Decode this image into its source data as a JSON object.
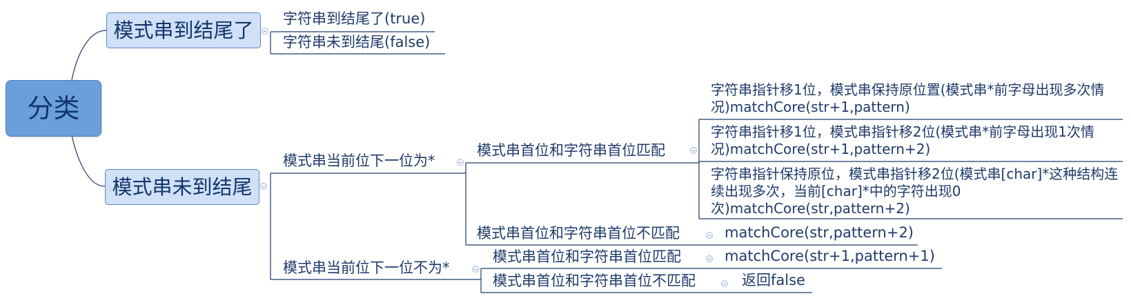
{
  "root": {
    "label": "分类"
  },
  "branches": [
    {
      "label": "模式串到结尾了",
      "children": [
        {
          "label": "字符串到结尾了(true)"
        },
        {
          "label": "字符串未到结尾(false)"
        }
      ]
    },
    {
      "label": "模式串未到结尾",
      "children": [
        {
          "label": "模式串当前位下一位为*",
          "children": [
            {
              "label": "模式串首位和字符串首位匹配",
              "children": [
                {
                  "label": "字符串指针移1位，模式串保持原位置(模式串*前字母出现多次情况)matchCore(str+1,pattern)"
                },
                {
                  "label": "字符串指针移1位，模式串指针移2位(模式串*前字母出现1次情况)matchCore(str+1,pattern+2)"
                },
                {
                  "label": "字符串指针保持原位，模式串指针移2位(模式串[char]*这种结构连续出现多次，当前[char]*中的字符出现0次)matchCore(str,pattern+2)"
                }
              ]
            },
            {
              "label": "模式串首位和字符串首位不匹配",
              "children": [
                {
                  "label": "matchCore(str,pattern+2)"
                }
              ]
            }
          ]
        },
        {
          "label": "模式串当前位下一位不为*",
          "children": [
            {
              "label": "模式串首位和字符串首位匹配",
              "children": [
                {
                  "label": "matchCore(str+1,pattern+1)"
                }
              ]
            },
            {
              "label": "模式串首位和字符串首位不匹配",
              "children": [
                {
                  "label": "返回false"
                }
              ]
            }
          ]
        }
      ]
    }
  ],
  "colors": {
    "root_fill": "#6a9fdc",
    "main_fill": "#cfe0f7",
    "line": "#1f3a6b",
    "text": "#1f3a6b"
  }
}
